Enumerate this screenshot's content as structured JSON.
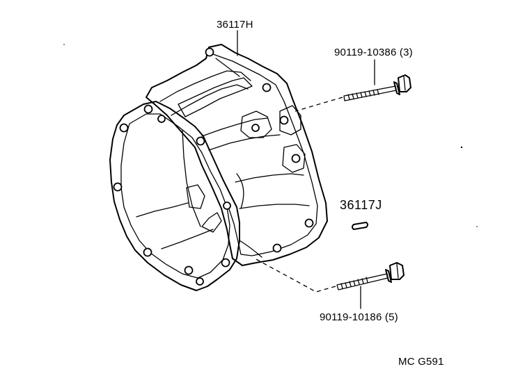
{
  "diagram": {
    "parts": [
      {
        "part_no": "36117H"
      },
      {
        "part_no": "90119-10386 (3)"
      },
      {
        "part_no": "36117J"
      },
      {
        "part_no": "90119-10186 (5)"
      }
    ],
    "figure_code": "MC G591"
  }
}
